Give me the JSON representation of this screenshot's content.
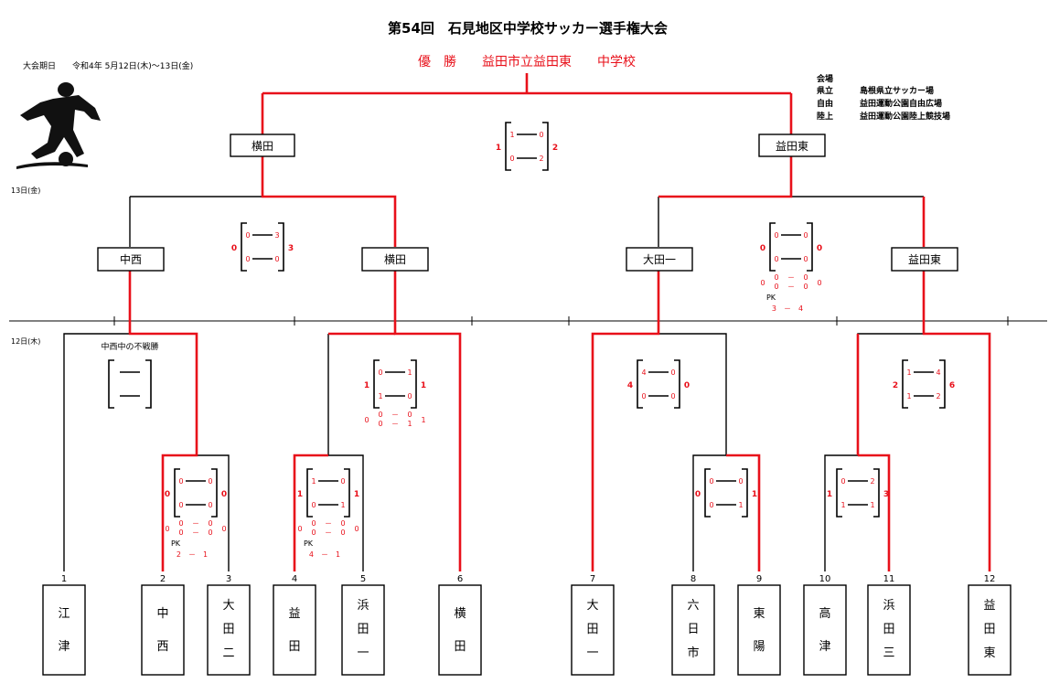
{
  "title": "第54回　石見地区中学校サッカー選手権大会",
  "period": "大会期日　　令和4年 5月12日(木)～13日(金)",
  "champion": "優　勝　　益田市立益田東　　中学校",
  "venue": {
    "heading": "会場",
    "rows": [
      {
        "key": "県立",
        "name": "島根県立サッカー場"
      },
      {
        "key": "自由",
        "name": "益田運動公園自由広場"
      },
      {
        "key": "陸上",
        "name": "益田運動公園陸上競技場"
      }
    ]
  },
  "day13": "13日(金)",
  "day12": "12日(木)",
  "forfeit_note": "中西中の不戦勝",
  "teams": [
    {
      "no": "1",
      "chars": [
        "江",
        "津"
      ]
    },
    {
      "no": "2",
      "chars": [
        "中",
        "西"
      ]
    },
    {
      "no": "3",
      "chars": [
        "大",
        "田",
        "二"
      ]
    },
    {
      "no": "4",
      "chars": [
        "益",
        "田"
      ]
    },
    {
      "no": "5",
      "chars": [
        "浜",
        "田",
        "一"
      ]
    },
    {
      "no": "6",
      "chars": [
        "横",
        "田"
      ]
    },
    {
      "no": "7",
      "chars": [
        "大",
        "田",
        "一"
      ]
    },
    {
      "no": "8",
      "chars": [
        "六",
        "日",
        "市"
      ]
    },
    {
      "no": "9",
      "chars": [
        "東",
        "陽"
      ]
    },
    {
      "no": "10",
      "chars": [
        "高",
        "津"
      ]
    },
    {
      "no": "11",
      "chars": [
        "浜",
        "田",
        "三"
      ]
    },
    {
      "no": "12",
      "chars": [
        "益",
        "田",
        "東"
      ]
    }
  ],
  "winners": {
    "final_left": "横田",
    "final_right": "益田東",
    "semi_a": "中西",
    "semi_b": "横田",
    "semi_c": "大田一",
    "semi_d": "益田東"
  },
  "scores": {
    "final": {
      "left": "1",
      "right": "2",
      "h1": [
        "1",
        "0"
      ],
      "h2": [
        "0",
        "2"
      ]
    },
    "semi_left": {
      "left": "0",
      "right": "3",
      "h1": [
        "0",
        "3"
      ],
      "h2": [
        "0",
        "0"
      ]
    },
    "semi_right": {
      "left": "0",
      "right": "0",
      "h1": [
        "0",
        "0"
      ],
      "h2": [
        "0",
        "0"
      ],
      "et1": [
        "0",
        "－",
        "0"
      ],
      "et2": [
        "0",
        "－",
        "0"
      ],
      "et_l": "0",
      "et_r": "0",
      "pk": "PK",
      "pk_score": "3　－　4"
    },
    "q_a": {},
    "q_b": {
      "left": "1",
      "right": "1",
      "h1": [
        "0",
        "1"
      ],
      "h2": [
        "1",
        "0"
      ],
      "et1": [
        "0",
        "－",
        "0"
      ],
      "et2": [
        "0",
        "－",
        "1"
      ],
      "et_l": "0",
      "et_r": "1"
    },
    "q_c": {
      "left": "4",
      "right": "0",
      "h1": [
        "4",
        "0"
      ],
      "h2": [
        "0",
        "0"
      ]
    },
    "q_d": {
      "left": "2",
      "right": "6",
      "h1": [
        "1",
        "4"
      ],
      "h2": [
        "1",
        "2"
      ]
    },
    "r1_a": {
      "left": "0",
      "right": "0",
      "h1": [
        "0",
        "0"
      ],
      "h2": [
        "0",
        "0"
      ],
      "et1": [
        "0",
        "－",
        "0"
      ],
      "et2": [
        "0",
        "－",
        "0"
      ],
      "et_l": "0",
      "et_r": "0",
      "pk": "PK",
      "pk_score": "2　－　1"
    },
    "r1_b": {
      "left": "1",
      "right": "1",
      "h1": [
        "1",
        "0"
      ],
      "h2": [
        "0",
        "1"
      ],
      "et1": [
        "0",
        "－",
        "0"
      ],
      "et2": [
        "0",
        "－",
        "0"
      ],
      "et_l": "0",
      "et_r": "0",
      "pk": "PK",
      "pk_score": "4　－　1"
    },
    "r1_c": {
      "left": "0",
      "right": "1",
      "h1": [
        "0",
        "0"
      ],
      "h2": [
        "0",
        "1"
      ]
    },
    "r1_d": {
      "left": "1",
      "right": "3",
      "h1": [
        "0",
        "2"
      ],
      "h2": [
        "1",
        "1"
      ]
    }
  },
  "colors": {
    "accent": "#e8101a",
    "line": "#000000"
  }
}
